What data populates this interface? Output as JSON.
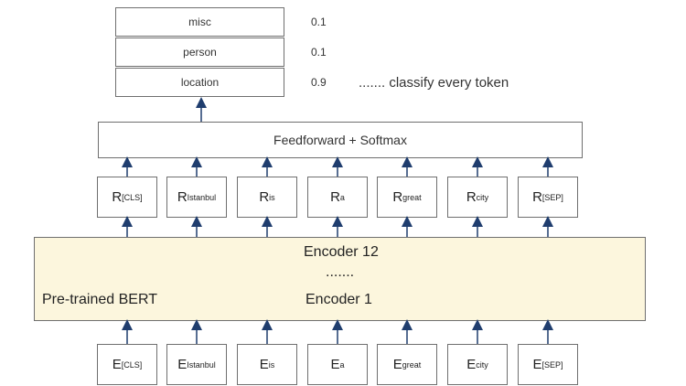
{
  "output_classes": [
    {
      "label": "misc",
      "prob": "0.1"
    },
    {
      "label": "person",
      "prob": "0.1"
    },
    {
      "label": "location",
      "prob": "0.9"
    }
  ],
  "classify_note": "....... classify every token",
  "feedforward_label": "Feedforward + Softmax",
  "r_tokens": [
    {
      "main": "R",
      "sub": "[CLS]"
    },
    {
      "main": "R",
      "sub": "Istanbul"
    },
    {
      "main": "R",
      "sub": "is"
    },
    {
      "main": "R",
      "sub": "a"
    },
    {
      "main": "R",
      "sub": "great"
    },
    {
      "main": "R",
      "sub": "city"
    },
    {
      "main": "R",
      "sub": "[SEP]"
    }
  ],
  "encoder": {
    "top_label": "Encoder 12",
    "dots": ".......",
    "bottom_label": "Encoder 1",
    "model_label": "Pre-trained BERT"
  },
  "e_tokens": [
    {
      "main": "E",
      "sub": "[CLS]"
    },
    {
      "main": "E",
      "sub": "Istanbul"
    },
    {
      "main": "E",
      "sub": "is"
    },
    {
      "main": "E",
      "sub": "a"
    },
    {
      "main": "E",
      "sub": "great"
    },
    {
      "main": "E",
      "sub": "city"
    },
    {
      "main": "E",
      "sub": "[SEP]"
    }
  ],
  "colors": {
    "arrow": "#1f3d6e",
    "encoder_fill": "#fcf6dd",
    "border": "#6f6f6f"
  }
}
